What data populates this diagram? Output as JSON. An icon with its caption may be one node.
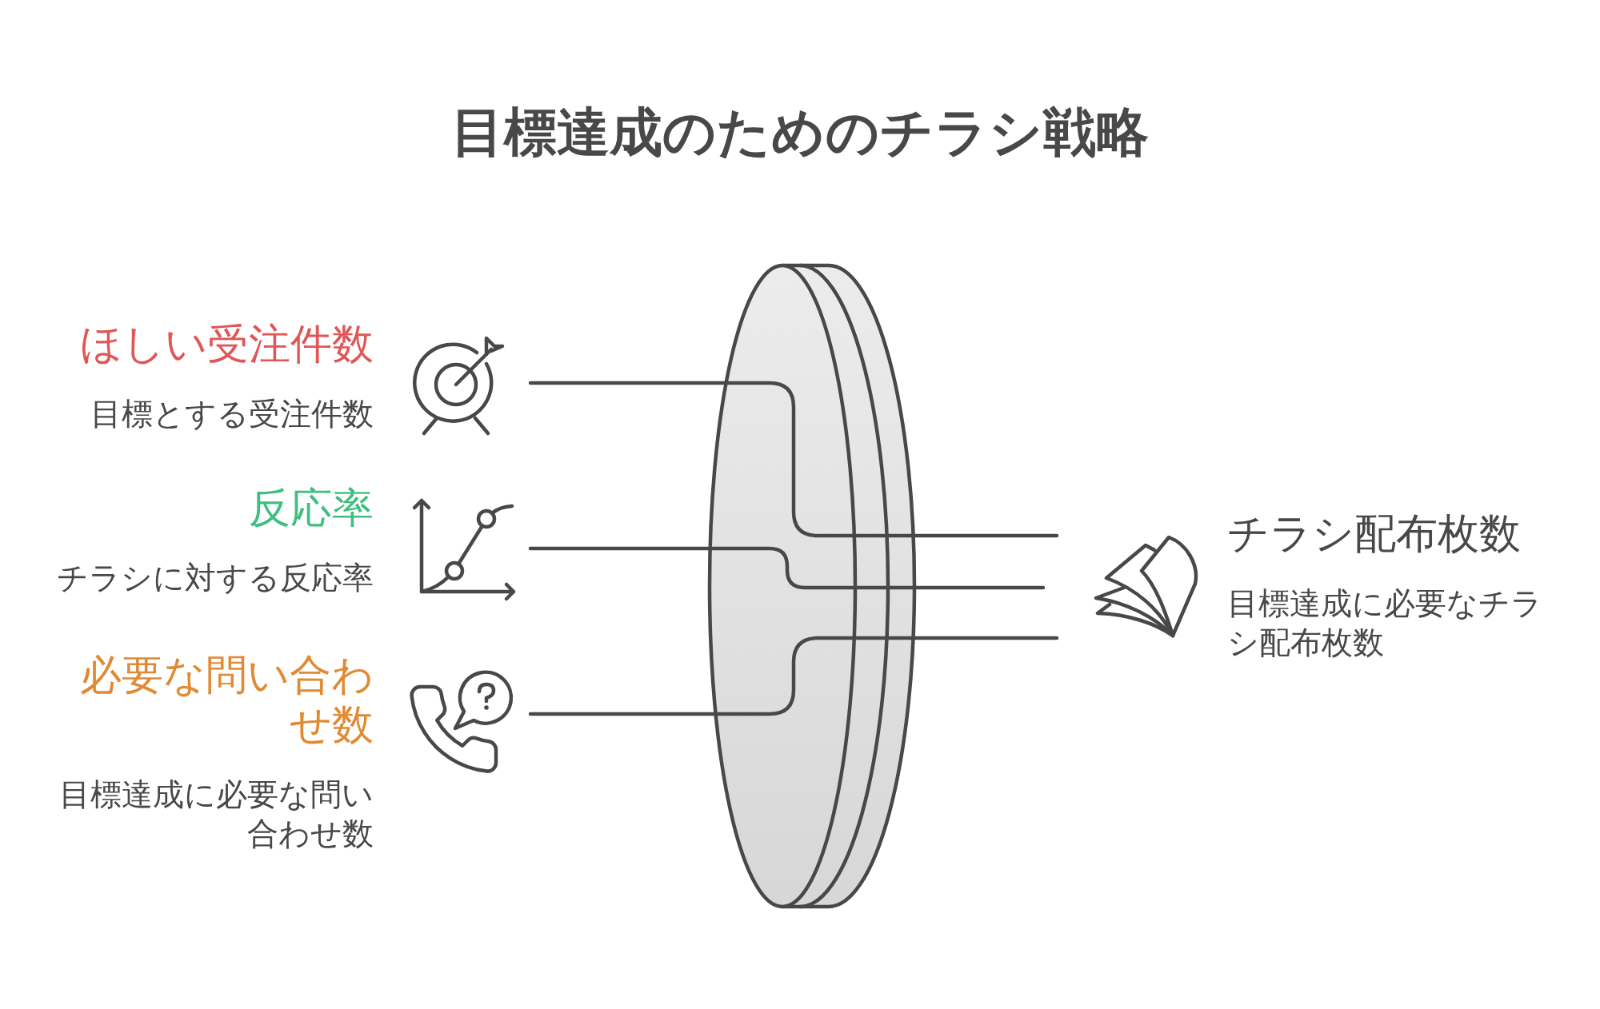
{
  "diagram": {
    "title": "目標達成のためのチラシ戦略",
    "nodes": [
      {
        "text": [
          "ほしい受注件数",
          "目標とする受注件数"
        ]
      },
      {
        "text": [
          "反応率",
          "チラシに対する反応率"
        ]
      },
      {
        "text": [
          "必要な問い合わせ数",
          "目標達成に必要な問い合わせ数"
        ]
      },
      {
        "text": [
          "チラシ配布枚数",
          "目標達成に必要なチラシ配布枚数"
        ]
      }
    ],
    "edges": [
      {
        "from": 0,
        "to": 3,
        "arrow": "none"
      },
      {
        "from": 1,
        "to": 3,
        "arrow": "none"
      },
      {
        "from": 2,
        "to": 3,
        "arrow": "none"
      }
    ]
  }
}
